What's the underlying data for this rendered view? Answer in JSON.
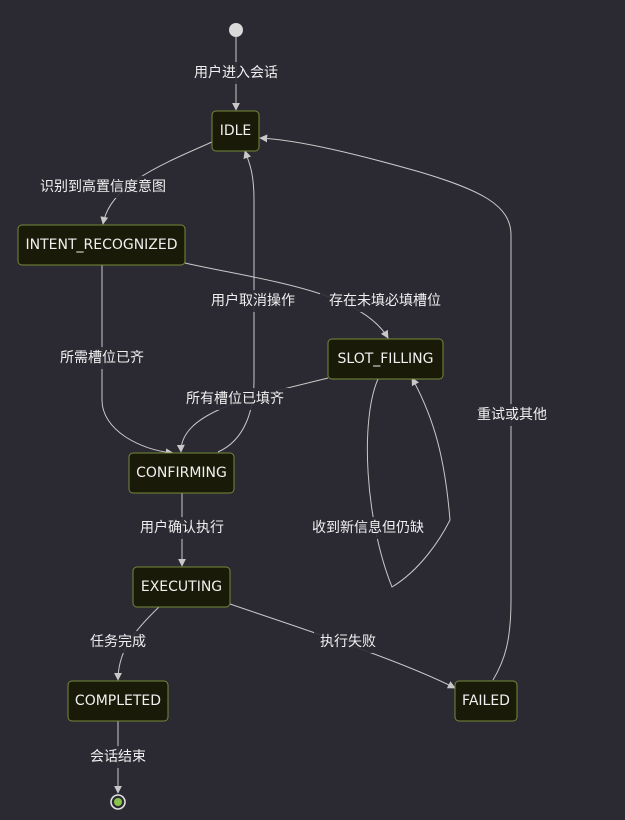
{
  "diagram": {
    "states": {
      "idle": "IDLE",
      "intent_recognized": "INTENT_RECOGNIZED",
      "slot_filling": "SLOT_FILLING",
      "confirming": "CONFIRMING",
      "executing": "EXECUTING",
      "completed": "COMPLETED",
      "failed": "FAILED"
    },
    "transitions": {
      "enter_session": "用户进入会话",
      "high_confidence": "识别到高置信度意图",
      "cancel": "用户取消操作",
      "missing_slots": "存在未填必填槽位",
      "slots_complete": "所需槽位已齐",
      "all_filled": "所有槽位已填齐",
      "new_info_still_missing": "收到新信息但仍缺",
      "confirm_execute": "用户确认执行",
      "task_complete": "任务完成",
      "exec_failed": "执行失败",
      "retry_other": "重试或其他",
      "session_end": "会话结束"
    },
    "colors": {
      "background": "#2b2a33",
      "state_fill": "#1a1a08",
      "state_border": "#76893a",
      "edge": "#c8c8c8",
      "end_dot": "#8bc34a"
    }
  }
}
